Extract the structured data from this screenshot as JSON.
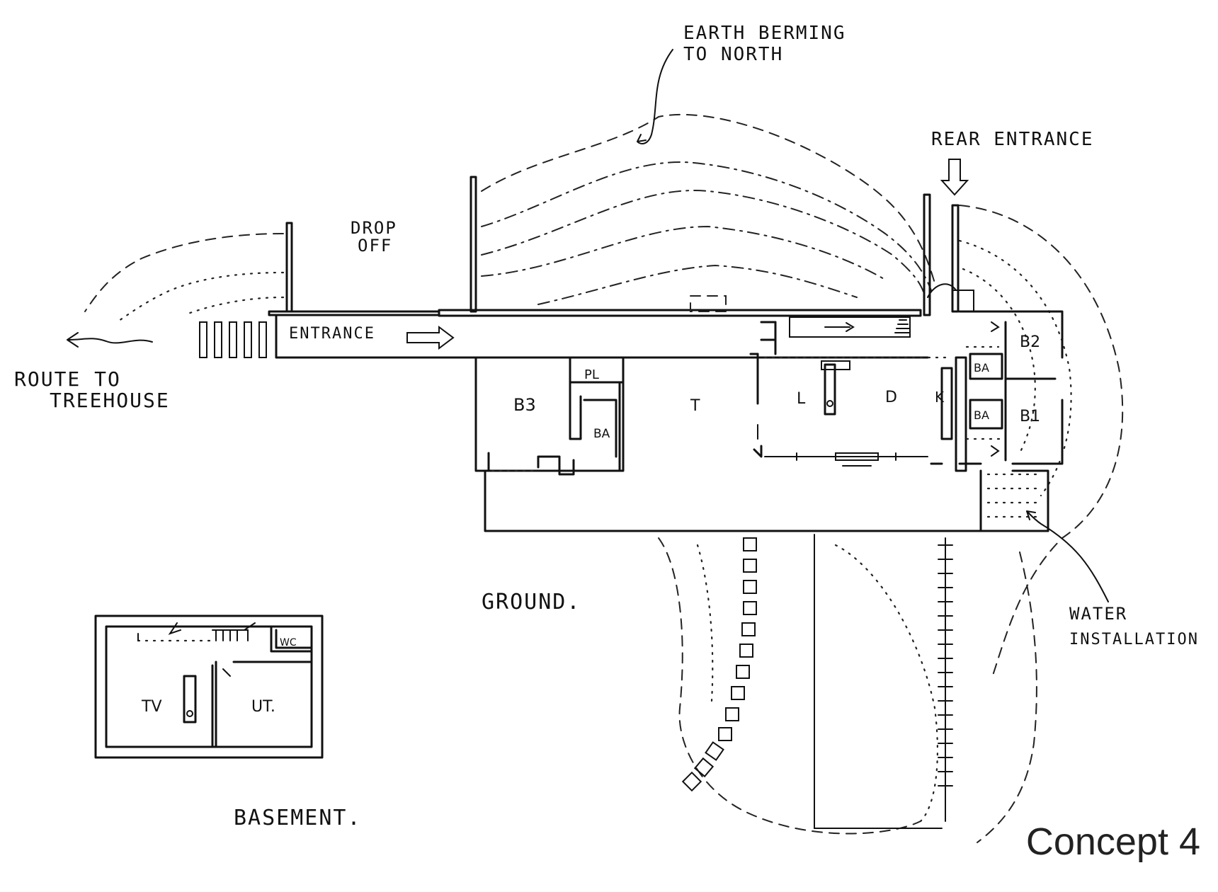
{
  "labels": {
    "earth_berming": [
      "EARTH BERMING",
      "TO NORTH"
    ],
    "rear_entrance": "REAR ENTRANCE",
    "drop_off": [
      "DROP",
      "OFF"
    ],
    "entrance": "ENTRANCE",
    "route_to_treehouse": [
      "ROUTE TO",
      "TREEHOUSE"
    ],
    "ground": "GROUND.",
    "water_installation": [
      "WATER",
      "INSTALLATION"
    ],
    "basement": "BASEMENT."
  },
  "rooms": {
    "b3": "B3",
    "pl": "PL",
    "ba_left": "BA",
    "t": "T",
    "l": "L",
    "d": "D",
    "k": "K",
    "ba_upper": "BA",
    "ba_lower": "BA",
    "b2": "B2",
    "b1": "B1",
    "tv": "TV",
    "ut": "UT.",
    "wc": "WC"
  },
  "caption": "Concept 4",
  "colors": {
    "ink": "#111111",
    "background": "#ffffff"
  }
}
